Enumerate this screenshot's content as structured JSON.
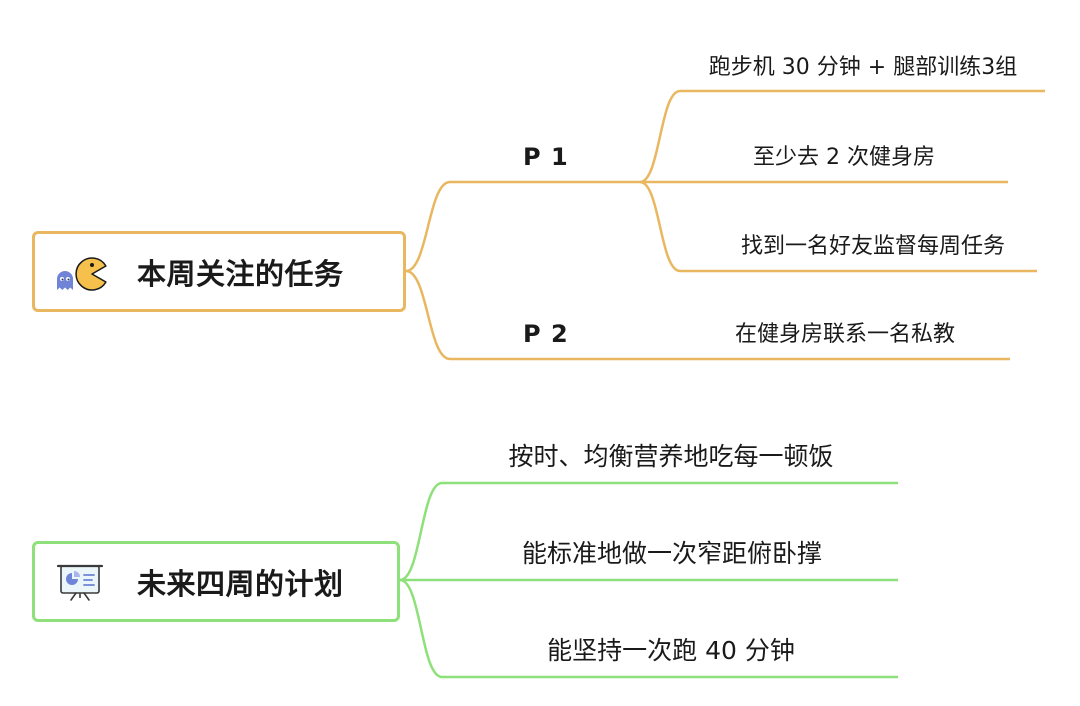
{
  "colors": {
    "orange": "#E9B760",
    "green": "#8EE07A",
    "text": "#1a1a1a"
  },
  "groups": [
    {
      "title": "本周关注的任务",
      "icon": "pacman-ghost-icon",
      "branches": [
        {
          "label": "P 1",
          "items": [
            "跑步机 30 分钟 + 腿部训练3组",
            "至少去 2 次健身房",
            "找到一名好友监督每周任务"
          ]
        },
        {
          "label": "P 2",
          "items": [
            "在健身房联系一名私教"
          ]
        }
      ]
    },
    {
      "title": "未来四周的计划",
      "icon": "presentation-board-icon",
      "items": [
        "按时、均衡营养地吃每一顿饭",
        "能标准地做一次窄距俯卧撑",
        "能坚持一次跑 40 分钟"
      ]
    }
  ]
}
